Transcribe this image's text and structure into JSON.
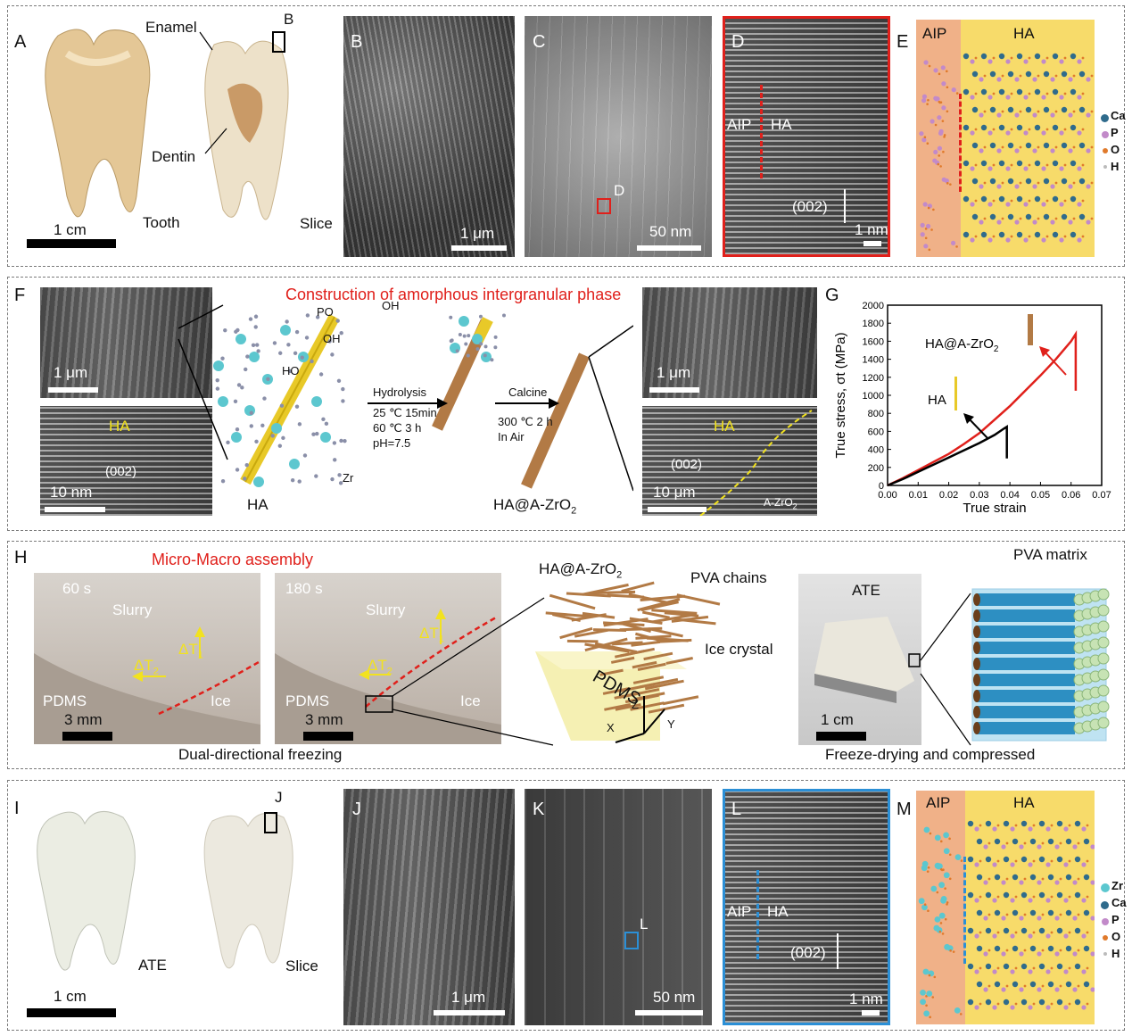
{
  "panels": {
    "A": {
      "label": "A",
      "enamel": "Enamel",
      "dentin": "Dentin",
      "tooth": "Tooth",
      "slice": "Slice",
      "box_label": "B",
      "scale": "1 cm"
    },
    "B": {
      "label": "B",
      "scale": "1 μm"
    },
    "C": {
      "label": "C",
      "box_label": "D",
      "scale": "50 nm"
    },
    "D": {
      "label": "D",
      "aip": "AIP",
      "ha": "HA",
      "plane": "(002)",
      "scale": "1 nm"
    },
    "E": {
      "label": "E",
      "aip": "AIP",
      "ha": "HA",
      "legend": [
        "Ca",
        "P",
        "O",
        "H"
      ]
    },
    "F": {
      "label": "F",
      "title": "Construction of amorphous intergranular phase",
      "scale_sem_left": "1 μm",
      "scale_tem_left": "10 nm",
      "ha_tem": "HA",
      "plane_left": "(002)",
      "po4": "PO",
      "oh_minus": "OH",
      "oh": "OH",
      "ho": "HO",
      "zr": "Zr",
      "hydrolysis": "Hydrolysis",
      "cond1": "25 ℃ 15min",
      "cond2": "60 ℃ 3 h",
      "cond3": "pH=7.5",
      "calcine": "Calcine",
      "cond4": "300 ℃ 2 h",
      "cond5": "In Air",
      "ha_label": "HA",
      "product": "HA@A-ZrO",
      "scale_sem_right": "1 μm",
      "scale_tem_right": "10 μm",
      "ha_tem_right": "HA",
      "plane_right": "(002)",
      "azro2": "A-ZrO"
    },
    "G": {
      "label": "G",
      "ha_zro2": "HA@A-ZrO",
      "ha": "HA"
    },
    "H": {
      "label": "H",
      "title": "Micro-Macro assembly",
      "t1": "60 s",
      "t2": "180 s",
      "slurry": "Slurry",
      "pdms": "PDMS",
      "ice": "Ice",
      "dT1": "ΔT",
      "dT2": "ΔT",
      "scale": "3 mm",
      "caption_left": "Dual-directional freezing",
      "schema_ha": "HA@A-ZrO",
      "pva_chains": "PVA chains",
      "ice_crystal": "Ice crystal",
      "pdms_block": "PDMS",
      "axis_z": "Z",
      "axis_x": "X",
      "axis_y": "Y",
      "ate": "ATE",
      "pva_matrix": "PVA matrix",
      "scale_ate": "1 cm",
      "caption_right": "Freeze-drying and compressed"
    },
    "I": {
      "label": "I",
      "ate": "ATE",
      "slice": "Slice",
      "box_label": "J",
      "scale": "1 cm"
    },
    "J": {
      "label": "J",
      "scale": "1 μm"
    },
    "K": {
      "label": "K",
      "box_label": "L",
      "scale": "50 nm"
    },
    "L": {
      "label": "L",
      "aip": "AIP",
      "ha": "HA",
      "plane": "(002)",
      "scale": "1 nm"
    },
    "M": {
      "label": "M",
      "aip": "AIP",
      "ha": "HA",
      "legend": [
        "Zr",
        "Ca",
        "P",
        "O",
        "H"
      ]
    }
  },
  "chart_data": {
    "type": "line",
    "ylabel": "True stress, σt (MPa)",
    "xlabel": "True strain",
    "xlim": [
      0.0,
      0.07
    ],
    "ylim": [
      0,
      2000
    ],
    "xticks": [
      "0.00",
      "0.01",
      "0.02",
      "0.03",
      "0.04",
      "0.05",
      "0.06",
      "0.07"
    ],
    "yticks": [
      "0",
      "200",
      "400",
      "600",
      "800",
      "1000",
      "1200",
      "1400",
      "1600",
      "1800",
      "2000"
    ],
    "series": [
      {
        "name": "HA@A-ZrO2",
        "color": "#e0201b",
        "x": [
          0.0,
          0.005,
          0.01,
          0.015,
          0.02,
          0.025,
          0.03,
          0.035,
          0.04,
          0.045,
          0.05,
          0.055,
          0.06,
          0.0615,
          0.0615
        ],
        "y": [
          0,
          80,
          170,
          260,
          350,
          460,
          580,
          730,
          880,
          1050,
          1220,
          1400,
          1600,
          1680,
          1050
        ]
      },
      {
        "name": "HA",
        "color": "#000000",
        "x": [
          0.0,
          0.005,
          0.01,
          0.015,
          0.02,
          0.025,
          0.03,
          0.035,
          0.038,
          0.039,
          0.039
        ],
        "y": [
          0,
          70,
          150,
          230,
          310,
          390,
          470,
          560,
          630,
          650,
          300
        ]
      }
    ]
  }
}
